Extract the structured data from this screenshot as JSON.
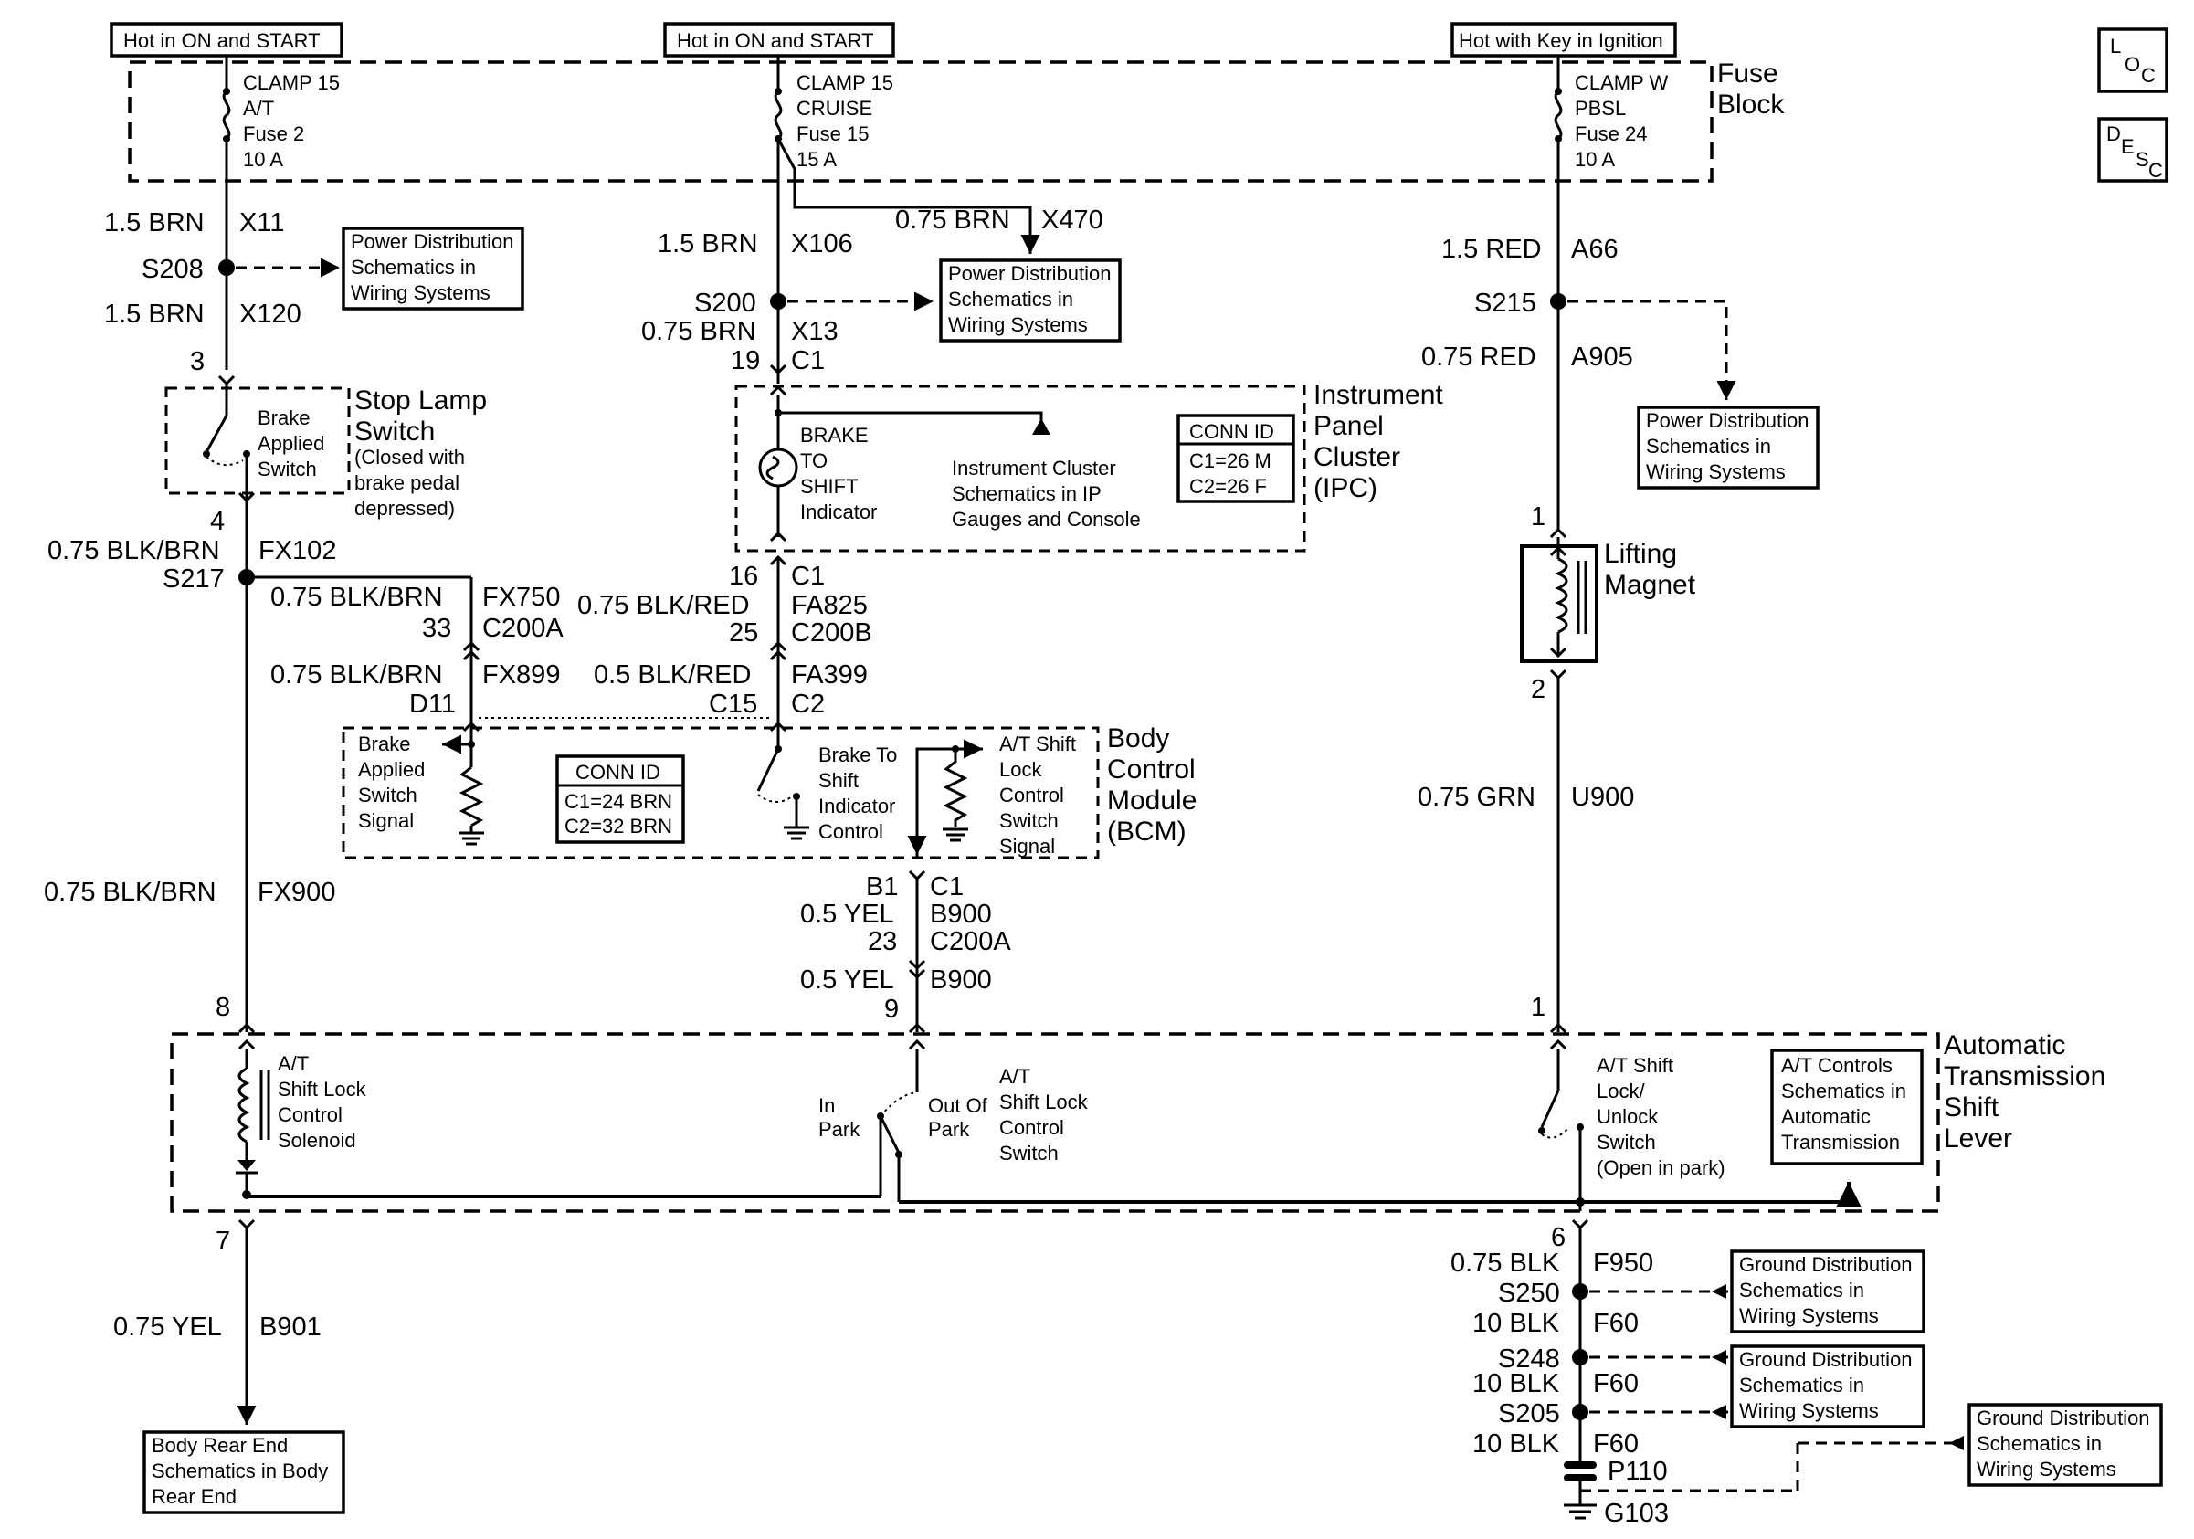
{
  "headers": {
    "h1": "Hot in ON and START",
    "h2": "Hot in ON and START",
    "h3": "Hot with Key in Ignition"
  },
  "fuse_block": {
    "title_1": "Fuse",
    "title_2": "Block",
    "f1": [
      "CLAMP 15",
      "A/T",
      "Fuse 2",
      "10 A"
    ],
    "f2": [
      "CLAMP 15",
      "CRUISE",
      "Fuse 15",
      "15 A"
    ],
    "f3": [
      "CLAMP W",
      "PBSL",
      "Fuse 24",
      "10 A"
    ]
  },
  "corner_icons": {
    "loc": [
      "L",
      "O",
      "C"
    ],
    "desc": [
      "D",
      "E",
      "S",
      "C"
    ]
  },
  "left": {
    "w1_gauge": "1.5 BRN",
    "w1_circuit": "X11",
    "s208": "S208",
    "w2_gauge": "1.5 BRN",
    "w2_circuit": "X120",
    "pin3": "3",
    "stop_lamp_title_1": "Stop Lamp",
    "stop_lamp_title_2": "Switch",
    "stop_lamp_note": [
      "(Closed with",
      "brake pedal",
      "depressed)"
    ],
    "brake_switch": [
      "Brake",
      "Applied",
      "Switch"
    ],
    "pin4": "4",
    "w3_gauge": "0.75 BLK/BRN",
    "w3_circuit": "FX102",
    "s217": "S217",
    "w4_gauge": "0.75 BLK/BRN",
    "w4_circuit": "FX750",
    "w4_pin": "33",
    "w4_conn": "C200A",
    "w5_gauge": "0.75 BLK/BRN",
    "w5_circuit": "FX899",
    "w5_pin": "D11",
    "w6_gauge": "0.75 BLK/BRN",
    "w6_circuit": "FX900",
    "pin8": "8",
    "pin7": "7",
    "w7_gauge": "0.75 YEL",
    "w7_circuit": "B901",
    "body_rear": [
      "Body Rear End",
      "Schematics in Body",
      "Rear End"
    ]
  },
  "power_dist": [
    "Power Distribution",
    "Schematics in",
    "Wiring Systems"
  ],
  "center": {
    "w_x470_gauge": "0.75 BRN",
    "w_x470_circuit": "X470",
    "w1_gauge": "1.5 BRN",
    "w1_circuit": "X106",
    "s200": "S200",
    "w2_gauge": "0.75 BRN",
    "w2_circuit": "X13",
    "w2_pin": "19",
    "w2_conn": "C1",
    "ipc_title": [
      "Instrument",
      "Panel",
      "Cluster",
      "(IPC)"
    ],
    "ipc_indicator": [
      "BRAKE",
      "TO",
      "SHIFT",
      "Indicator"
    ],
    "ipc_ref": [
      "Instrument Cluster",
      "Schematics in IP",
      "Gauges and Console"
    ],
    "ipc_conn": [
      "CONN ID",
      "C1=26 M",
      "C2=26 F"
    ],
    "w3_pin": "16",
    "w3_conn": "C1",
    "w3_gauge": "0.75 BLK/RED",
    "w3_circuit": "FA825",
    "w3_pin2": "25",
    "w3_conn2": "C200B",
    "w4_gauge": "0.5 BLK/RED",
    "w4_circuit": "FA399",
    "w4_pin": "C15",
    "w4_conn": "C2",
    "bcm_title": [
      "Body",
      "Control",
      "Module",
      "(BCM)"
    ],
    "bcm_brake_signal": [
      "Brake",
      "Applied",
      "Switch",
      "Signal"
    ],
    "bcm_conn": [
      "CONN ID",
      "C1=24 BRN",
      "C2=32 BRN"
    ],
    "bcm_shift_ctrl": [
      "Brake To",
      "Shift",
      "Indicator",
      "Control"
    ],
    "bcm_shift_lock": [
      "A/T Shift",
      "Lock",
      "Control",
      "Switch",
      "Signal"
    ],
    "w5_pin": "B1",
    "w5_conn": "C1",
    "w5_gauge": "0.5 YEL",
    "w5_circuit": "B900",
    "w5_pin2": "23",
    "w5_conn2": "C200A",
    "w6_gauge": "0.5 YEL",
    "w6_circuit": "B900",
    "pin9": "9"
  },
  "right": {
    "w1_gauge": "1.5 RED",
    "w1_circuit": "A66",
    "s215": "S215",
    "w2_gauge": "0.75 RED",
    "w2_circuit": "A905",
    "pin1": "1",
    "magnet_title": [
      "Lifting",
      "Magnet"
    ],
    "pin2": "2",
    "w3_gauge": "0.75 GRN",
    "w3_circuit": "U900",
    "pin1b": "1",
    "pin6": "6",
    "w4_gauge": "0.75 BLK",
    "w4_circuit": "F950",
    "s250": "S250",
    "w5_gauge": "10 BLK",
    "w5_circuit": "F60",
    "s248": "S248",
    "w6_gauge": "10 BLK",
    "w6_circuit": "F60",
    "s205": "S205",
    "w7_gauge": "10 BLK",
    "w7_circuit": "F60",
    "p110": "P110",
    "g103": "G103"
  },
  "ground_dist": [
    "Ground Distribution",
    "Schematics in",
    "Wiring Systems"
  ],
  "shift_lever": {
    "title": [
      "Automatic",
      "Transmission",
      "Shift",
      "Lever"
    ],
    "solenoid": [
      "A/T",
      "Shift Lock",
      "Control",
      "Solenoid"
    ],
    "in_park": [
      "In",
      "Park"
    ],
    "out_of_park": [
      "Out Of",
      "Park"
    ],
    "shift_lock_switch": [
      "A/T",
      "Shift Lock",
      "Control",
      "Switch"
    ],
    "unlock_switch": [
      "A/T Shift",
      "Lock/",
      "Unlock",
      "Switch",
      "(Open in park)"
    ],
    "controls_ref": [
      "A/T Controls",
      "Schematics in",
      "Automatic",
      "Transmission"
    ]
  }
}
